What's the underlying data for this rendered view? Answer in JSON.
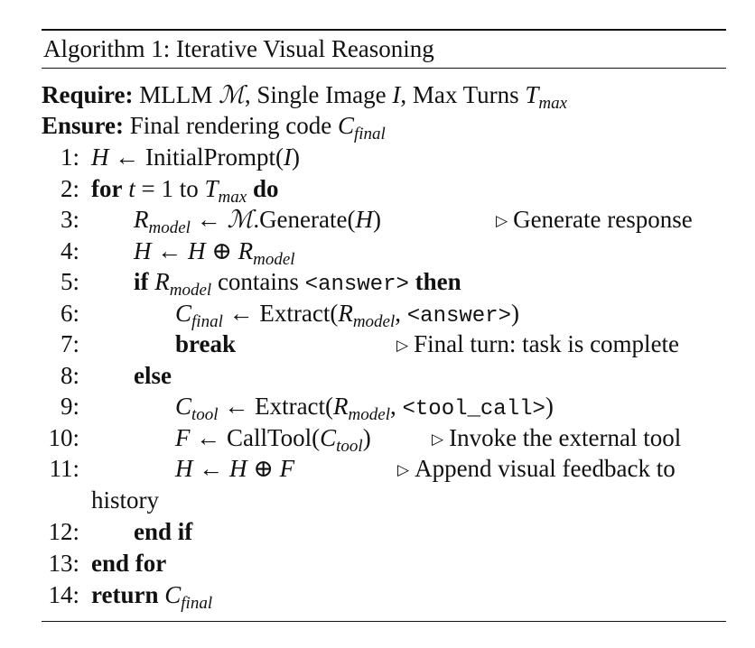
{
  "algorithm": {
    "title": "Algorithm 1: Iterative Visual Reasoning",
    "require_label": "Require:",
    "require_text_1": "MLLM ",
    "require_model": "ℳ",
    "require_text_2": ", Single Image ",
    "require_image": "I",
    "require_text_3": ", Max Turns ",
    "require_T": "T",
    "require_max": "max",
    "ensure_label": "Ensure:",
    "ensure_text": "Final rendering code ",
    "ensure_C": "C",
    "ensure_final": "final",
    "lines": {
      "n1": "1:",
      "n2": "2:",
      "n3": "3:",
      "n4": "4:",
      "n5": "5:",
      "n6": "6:",
      "n7": "7:",
      "n8": "8:",
      "n9": "9:",
      "n10": "10:",
      "n11": "11:",
      "n12": "12:",
      "n13": "13:",
      "n14": "14:"
    },
    "keywords": {
      "for": "for",
      "do": "do",
      "if": "if",
      "then": "then",
      "break": "break",
      "else": "else",
      "end_if": "end if",
      "end_for": "end for",
      "return": "return",
      "to": "to"
    },
    "code": {
      "initial_prompt": "InitialPrompt",
      "generate": ".Generate",
      "extract": "Extract",
      "call_tool": "CallTool",
      "contains": "contains",
      "answer_tag": "<answer>",
      "tool_call_tag": "<tool_call>",
      "history_word": "history"
    },
    "comments": {
      "c3": "Generate response",
      "c7": "Final turn: task is complete",
      "c10": "Invoke the external tool",
      "c11": "Append visual feedback to"
    }
  }
}
